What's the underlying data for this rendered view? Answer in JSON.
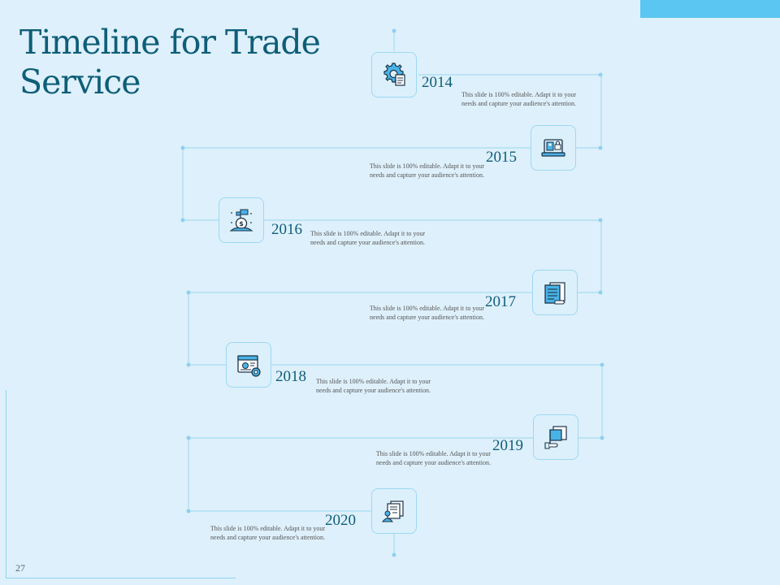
{
  "slide": {
    "title": "Timeline for Trade Service",
    "page_number": "27",
    "accent_color": "#5bc6f1",
    "title_color": "#0e5e78"
  },
  "timeline": [
    {
      "year": "2014",
      "icon": "gear-document-icon",
      "text": "This slide is 100% editable. Adapt it to your needs and capture your audience's attention."
    },
    {
      "year": "2015",
      "icon": "secure-laptop-icon",
      "text": "This slide is 100% editable. Adapt it to your needs and capture your audience's attention."
    },
    {
      "year": "2016",
      "icon": "money-bag-flag-icon",
      "text": "This slide is 100% editable. Adapt it to your needs and capture your audience's attention."
    },
    {
      "year": "2017",
      "icon": "documents-icon",
      "text": "This slide is 100% editable. Adapt it to your needs and capture your audience's attention."
    },
    {
      "year": "2018",
      "icon": "browser-settings-icon",
      "text": "This slide is 100% editable. Adapt it to your needs and capture your audience's attention."
    },
    {
      "year": "2019",
      "icon": "hand-flag-icon",
      "text": "This slide is 100% editable. Adapt it to your needs and capture your audience's attention."
    },
    {
      "year": "2020",
      "icon": "profile-documents-icon",
      "text": "This slide is 100% editable. Adapt it to your needs and capture your audience's attention."
    }
  ]
}
